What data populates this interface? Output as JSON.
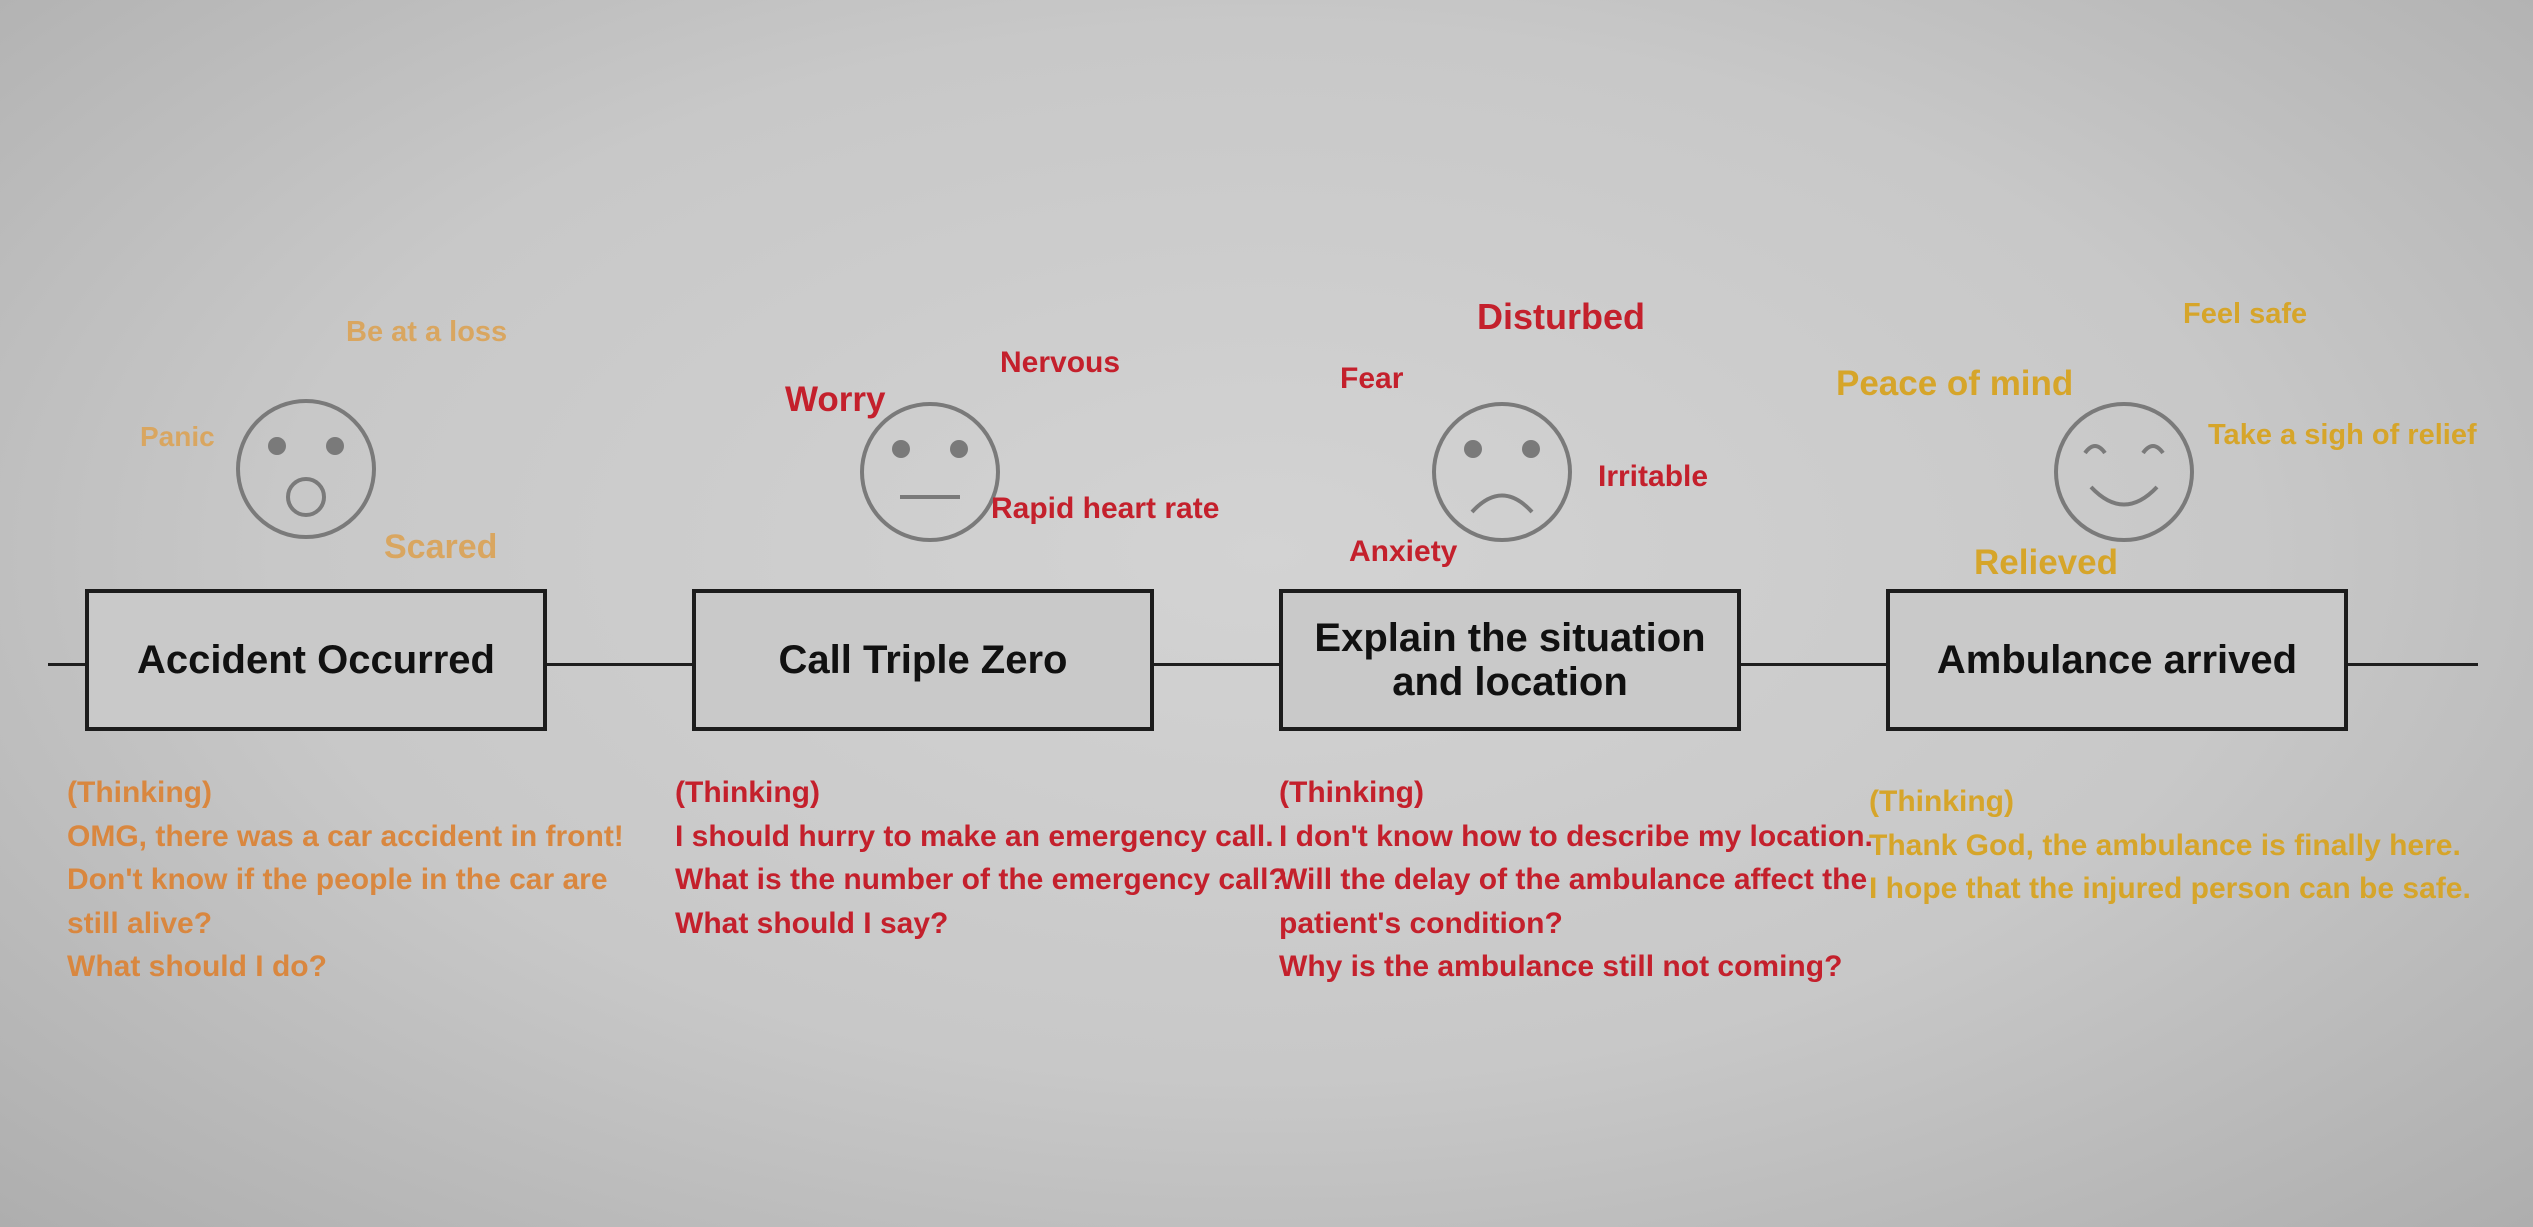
{
  "colors": {
    "orange": "#d9873f",
    "light_orange": "#d9a660",
    "red": "#c4202c",
    "gold": "#d6a52a",
    "line": "#1e1e1e",
    "face": "#7a7a7a"
  },
  "stages": [
    {
      "title": "Accident Occurred",
      "face_icon": "surprised-face-icon",
      "emotions": [
        "Be at a loss",
        "Panic",
        "Scared"
      ],
      "thinking": [
        "(Thinking)",
        "OMG, there was a car accident in front!",
        "Don't know if the people in the car are",
        "still alive?",
        "What should I do?"
      ]
    },
    {
      "title": "Call Triple Zero",
      "face_icon": "neutral-face-icon",
      "emotions": [
        "Worry",
        "Nervous",
        "Rapid heart rate"
      ],
      "thinking": [
        "(Thinking)",
        "I should hurry to make an emergency call.",
        "What is the number of the emergency call?",
        "What should I say?"
      ]
    },
    {
      "title_lines": [
        "Explain the situation",
        "and location"
      ],
      "face_icon": "sad-face-icon",
      "emotions": [
        "Disturbed",
        "Fear",
        "Irritable",
        "Anxiety"
      ],
      "thinking": [
        "(Thinking)",
        "I don't know how to describe my location.",
        "Will the delay of the ambulance affect the",
        "patient's condition?",
        "Why is the ambulance still not coming?"
      ]
    },
    {
      "title": "Ambulance arrived",
      "face_icon": "happy-face-icon",
      "emotions": [
        "Feel safe",
        "Peace of mind",
        "Take a sigh of relief",
        "Relieved"
      ],
      "thinking": [
        "(Thinking)",
        "Thank God, the ambulance is finally here.",
        "I hope that the injured person can be safe."
      ]
    }
  ]
}
